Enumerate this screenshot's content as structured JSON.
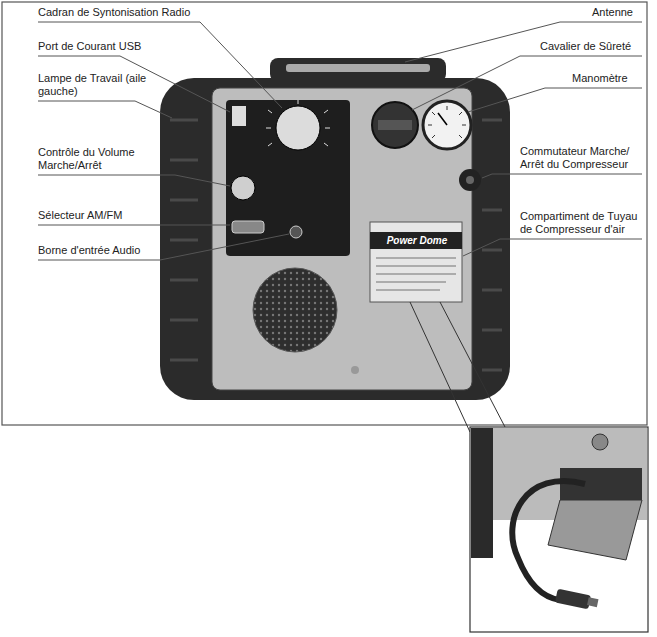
{
  "diagram": {
    "labels": [
      "Cadran de Syntonisation Radio",
      "Port de Courant USB",
      "Lampe de Travail (aile gauche)",
      "Contrôle du Volume Marche/Arrêt",
      "Sélecteur AM/FM",
      "Borne d'entrée Audio",
      "Antenne",
      "Cavalier de Sûreté",
      "Manomètre",
      "Commutateur Marche/ Arrêt du Compresseur",
      "Compartiment de Tuyau de Compresseur d'air",
      "Power Dome"
    ]
  }
}
